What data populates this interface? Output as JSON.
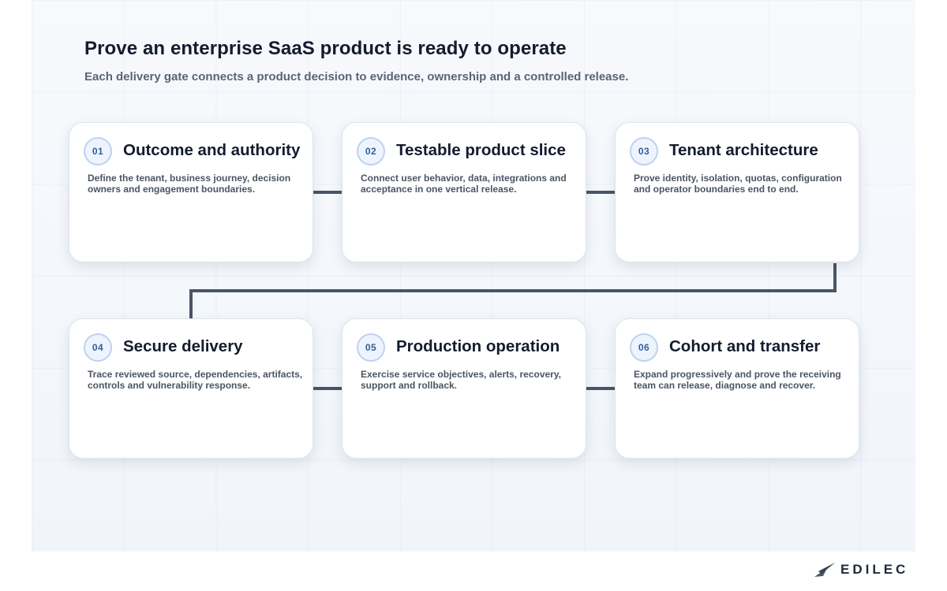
{
  "page": {
    "title": "Prove an enterprise SaaS product is ready to operate",
    "subtitle": "Each delivery gate connects a product decision to evidence, ownership and a controlled release."
  },
  "steps": [
    {
      "number": "01",
      "title": "Outcome and authority",
      "description": "Define the tenant, business journey, decision owners and engagement boundaries."
    },
    {
      "number": "02",
      "title": "Testable product slice",
      "description": "Connect user behavior, data, integrations and acceptance in one vertical release."
    },
    {
      "number": "03",
      "title": "Tenant architecture",
      "description": "Prove identity, isolation, quotas, configuration and operator boundaries end to end."
    },
    {
      "number": "04",
      "title": "Secure delivery",
      "description": "Trace reviewed source, dependencies, artifacts, controls and vulnerability response."
    },
    {
      "number": "05",
      "title": "Production operation",
      "description": "Exercise service objectives, alerts, recovery, support and rollback."
    },
    {
      "number": "06",
      "title": "Cohort and transfer",
      "description": "Expand progressively and prove the receiving team can release, diagnose and recover."
    }
  ],
  "brand": {
    "logo_text": "EDILEC",
    "icon": "paper-plane-icon"
  },
  "colors": {
    "connector": "#4a5568",
    "badge_text": "#2e5f9e",
    "badge_border": "#bfd1ee",
    "title_text": "#141b2d"
  }
}
